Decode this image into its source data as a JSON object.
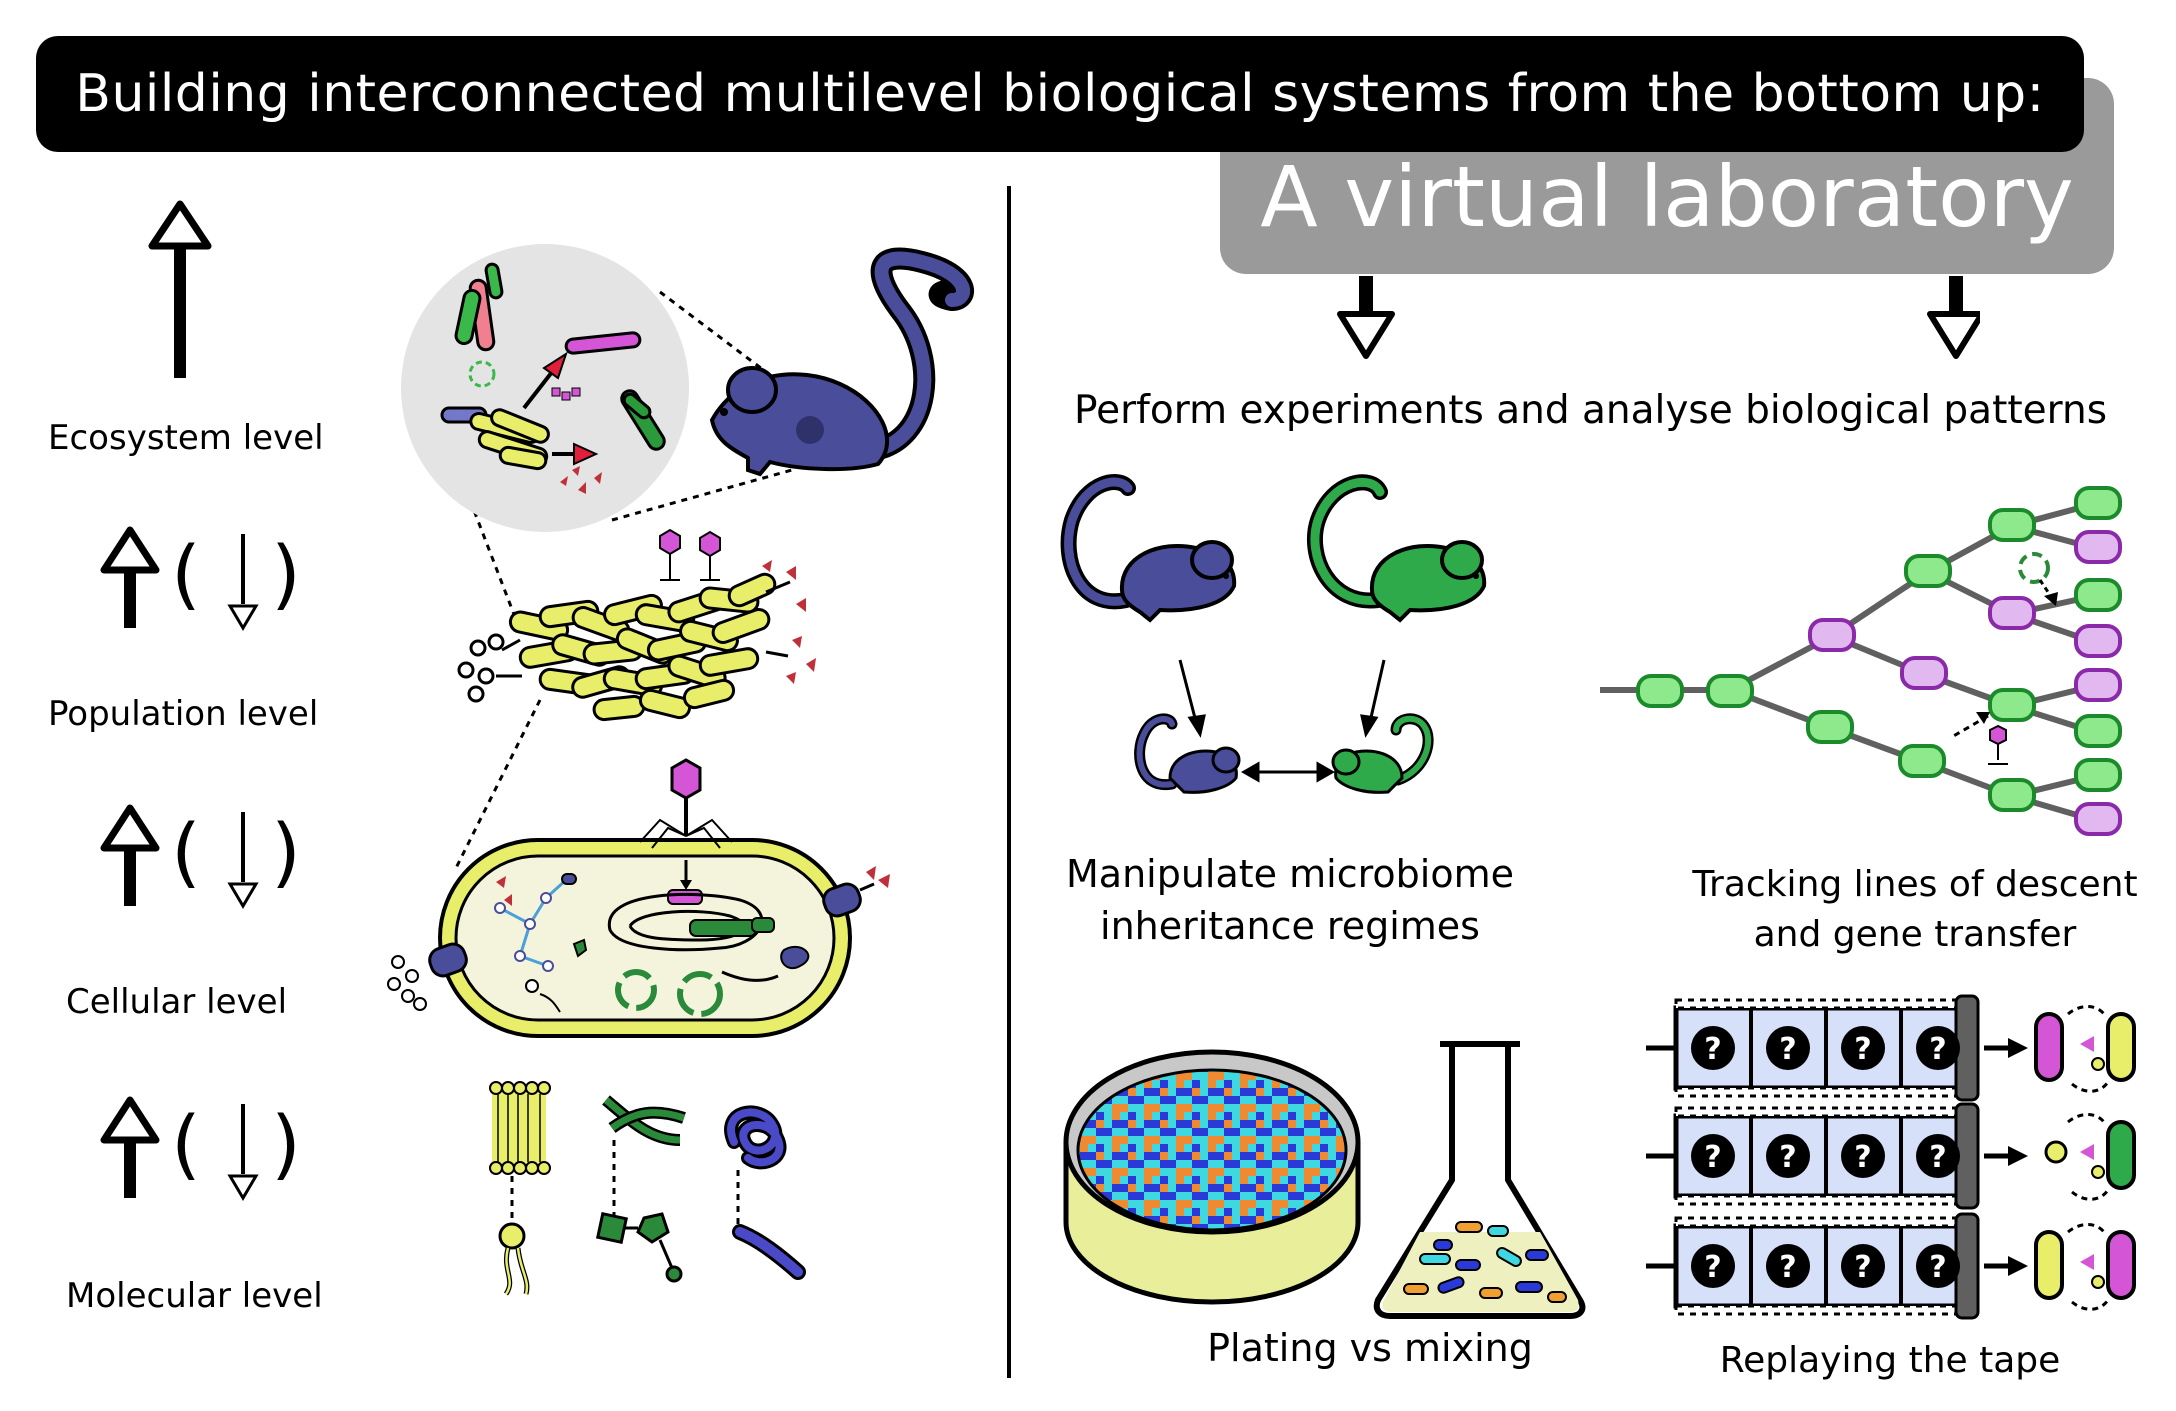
{
  "header": {
    "title": "Building interconnected multilevel biological systems from the bottom up:",
    "subtitle": "A virtual laboratory"
  },
  "levels": [
    {
      "label": "Ecosystem level",
      "has_down_arrow": false
    },
    {
      "label": "Population level",
      "has_down_arrow": true
    },
    {
      "label": "Cellular level",
      "has_down_arrow": true
    },
    {
      "label": "Molecular level",
      "has_down_arrow": true
    }
  ],
  "right_panel": {
    "heading": "Perform experiments and analyse biological patterns",
    "captions": {
      "microbiome": [
        "Manipulate microbiome",
        "inheritance regimes"
      ],
      "lineage": [
        "Tracking lines of descent",
        "and gene transfer"
      ],
      "plating": "Plating vs mixing",
      "replay": "Replaying the tape"
    },
    "tape_symbol": "?"
  },
  "colors": {
    "mouse_blue": "#4a4d9a",
    "mouse_green": "#2eaa4a",
    "bacteria_yellow": "#e8ee6a",
    "phage_magenta": "#d455d6",
    "lineage_green": "#8ee88c",
    "lineage_purple": "#e2b8f0",
    "tape_blue": "#d6e0f8",
    "flask_liquid": "#eef0c0"
  }
}
